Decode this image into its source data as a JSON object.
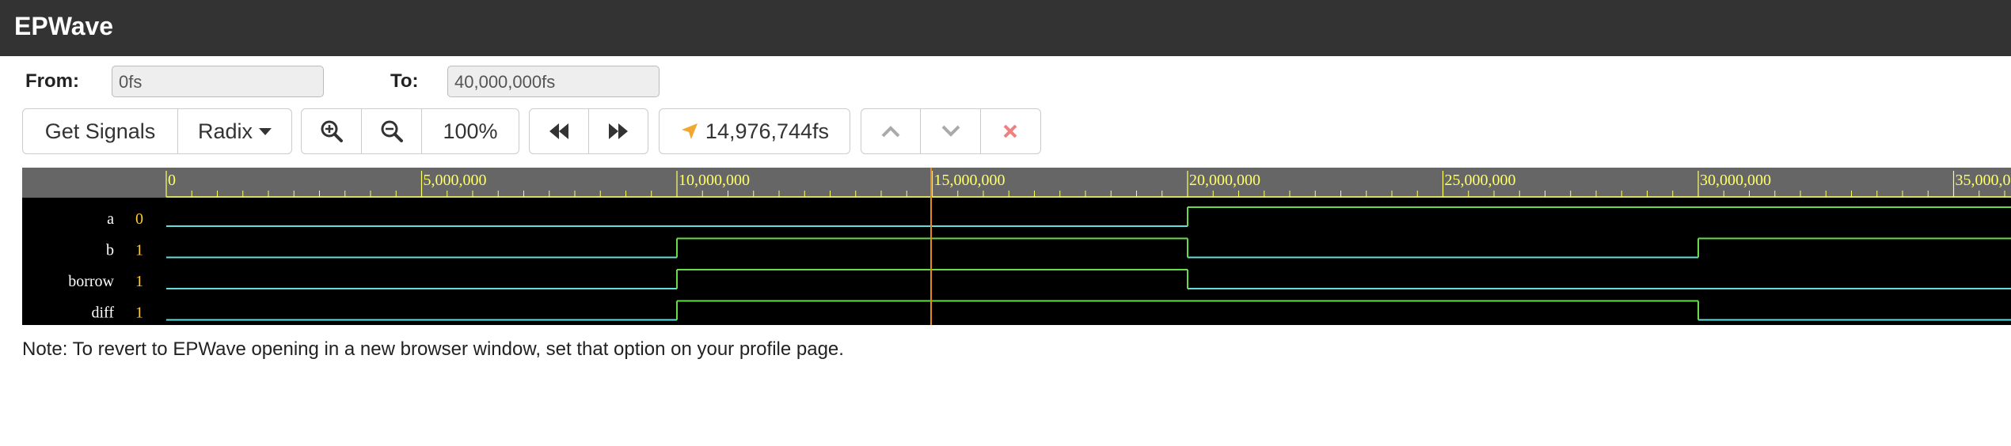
{
  "app": {
    "title": "EPWave"
  },
  "range": {
    "from_label": "From:",
    "from_value": "0fs",
    "to_label": "To:",
    "to_value": "40,000,000fs"
  },
  "toolbar": {
    "get_signals": "Get Signals",
    "radix": "Radix",
    "zoom_level": "100%",
    "cursor_time": "14,976,744fs"
  },
  "timeline": {
    "tick_labels": [
      "0",
      "5,000,000",
      "10,000,000",
      "15,000,000",
      "20,000,000",
      "25,000,000",
      "30,000,000",
      "35,000,0"
    ],
    "cursor_time_fs": 14976744,
    "time_per_major_fs": 5000000
  },
  "signals": [
    {
      "name": "a",
      "value": "0",
      "transitions_fs": [
        0,
        20000000
      ],
      "levels": [
        0,
        1
      ]
    },
    {
      "name": "b",
      "value": "1",
      "transitions_fs": [
        0,
        10000000,
        20000000,
        30000000
      ],
      "levels": [
        0,
        1,
        0,
        1
      ]
    },
    {
      "name": "borrow",
      "value": "1",
      "transitions_fs": [
        0,
        10000000,
        20000000
      ],
      "levels": [
        0,
        1,
        0
      ]
    },
    {
      "name": "diff",
      "value": "1",
      "transitions_fs": [
        0,
        10000000,
        30000000
      ],
      "levels": [
        0,
        1,
        0
      ]
    }
  ],
  "colors": {
    "ruler_text": "#ffff66",
    "cursor": "#e08a1e",
    "low": "#66dddd",
    "high": "#66dd44",
    "value": "#ffcc33"
  },
  "note": "Note: To revert to EPWave opening in a new browser window, set that option on your profile page."
}
